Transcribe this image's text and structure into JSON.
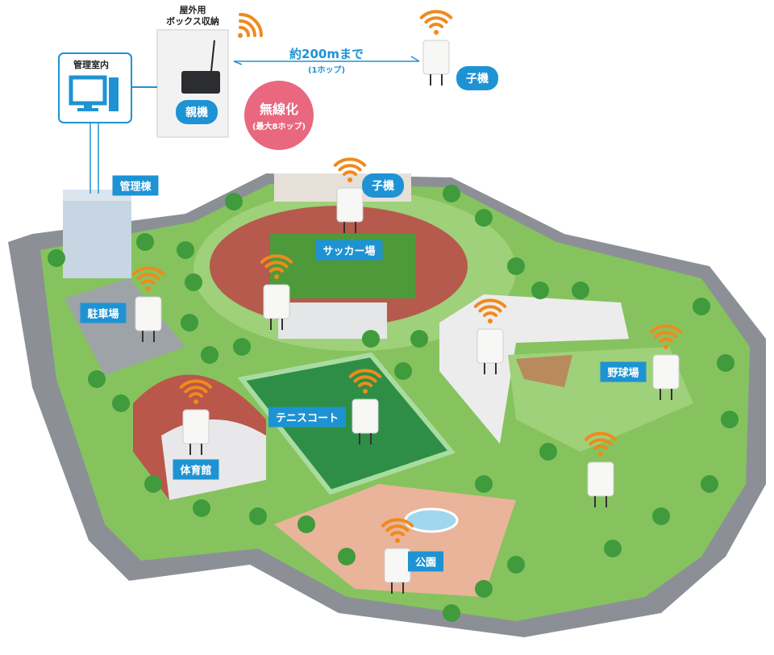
{
  "top": {
    "box_caption_line1": "屋外用",
    "box_caption_line2": "ボックス収納",
    "room_caption": "管理室内",
    "parent_label": "親機",
    "child_label": "子機",
    "range_text": "約200mまで",
    "range_hops": "(1ホップ)",
    "wireless_title": "無線化",
    "wireless_hops": "(最大8ホップ)"
  },
  "areas": {
    "admin": "管理棟",
    "child": "子機",
    "soccer": "サッカー場",
    "parking": "駐車場",
    "baseball": "野球場",
    "tennis": "テニスコート",
    "gym": "体育館",
    "park": "公園"
  },
  "colors": {
    "accent": "#1e93d3",
    "signal": "#f08a1c",
    "pink": "#e9687f",
    "grass": "#86c35e",
    "road": "#8c9096"
  }
}
